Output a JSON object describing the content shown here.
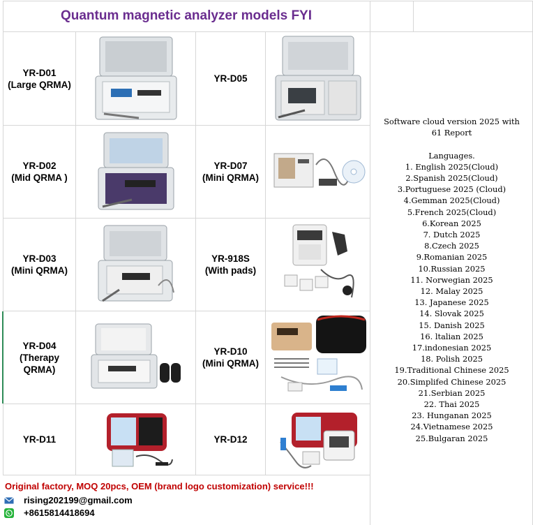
{
  "title": "Quantum magnetic analyzer models FYI",
  "rows": [
    {
      "left_model": "YR-D01\n(Large QRMA)",
      "right_model": "YR-D05"
    },
    {
      "left_model": "YR-D02\n(Mid QRMA )",
      "right_model": "YR-D07\n(Mini QRMA)"
    },
    {
      "left_model": "YR-D03\n(Mini QRMA)",
      "right_model": "YR-918S\n(With pads)"
    },
    {
      "left_model": "YR-D04\n(Therapy\nQRMA)",
      "right_model": "YR-D10\n(Mini QRMA)"
    },
    {
      "left_model": "YR-D11",
      "right_model": "YR-D12"
    }
  ],
  "software": {
    "line1": "Software cloud version 2025 with",
    "line2": "61 Report",
    "languages_title": "Languages.",
    "languages": [
      "1. English 2025(Cloud)",
      "2.Spanish 2025(Cloud)",
      "3.Portuguese 2025 (Cloud)",
      "4.Gemman 2025(Cloud)",
      "5.French 2025(Cloud)",
      "6.Korean 2025",
      "7. Dutch 2025",
      "8.Czech 2025",
      "9.Romanian 2025",
      "10.Russian 2025",
      "11. Norwegian 2025",
      "12. Malay 2025",
      "13. Japanese 2025",
      "14. Slovak 2025",
      "15. Danish 2025",
      "16. ltalian 2025",
      "17.indonesian 2025",
      "18. Polish 2025",
      "19.Traditional Chinese 2025",
      "20.Simplifed Chinese 2025",
      "21.Serbian 2025",
      "22. Thai 2025",
      "23. Hunganan 2025",
      "24.Vietnamese 2025",
      "25.Bulgaran 2025"
    ]
  },
  "footer": {
    "notice": "Original factory, MOQ 20pcs, OEM (brand logo customization) service!!!",
    "email": "rising202199@gmail.com",
    "phone": "+8615814418694",
    "email_icon": "mail-icon",
    "phone_icon": "whatsapp-icon"
  },
  "colors": {
    "title": "#6a2d8f",
    "notice": "#c00000",
    "accent_bar": "#2e8b57"
  }
}
